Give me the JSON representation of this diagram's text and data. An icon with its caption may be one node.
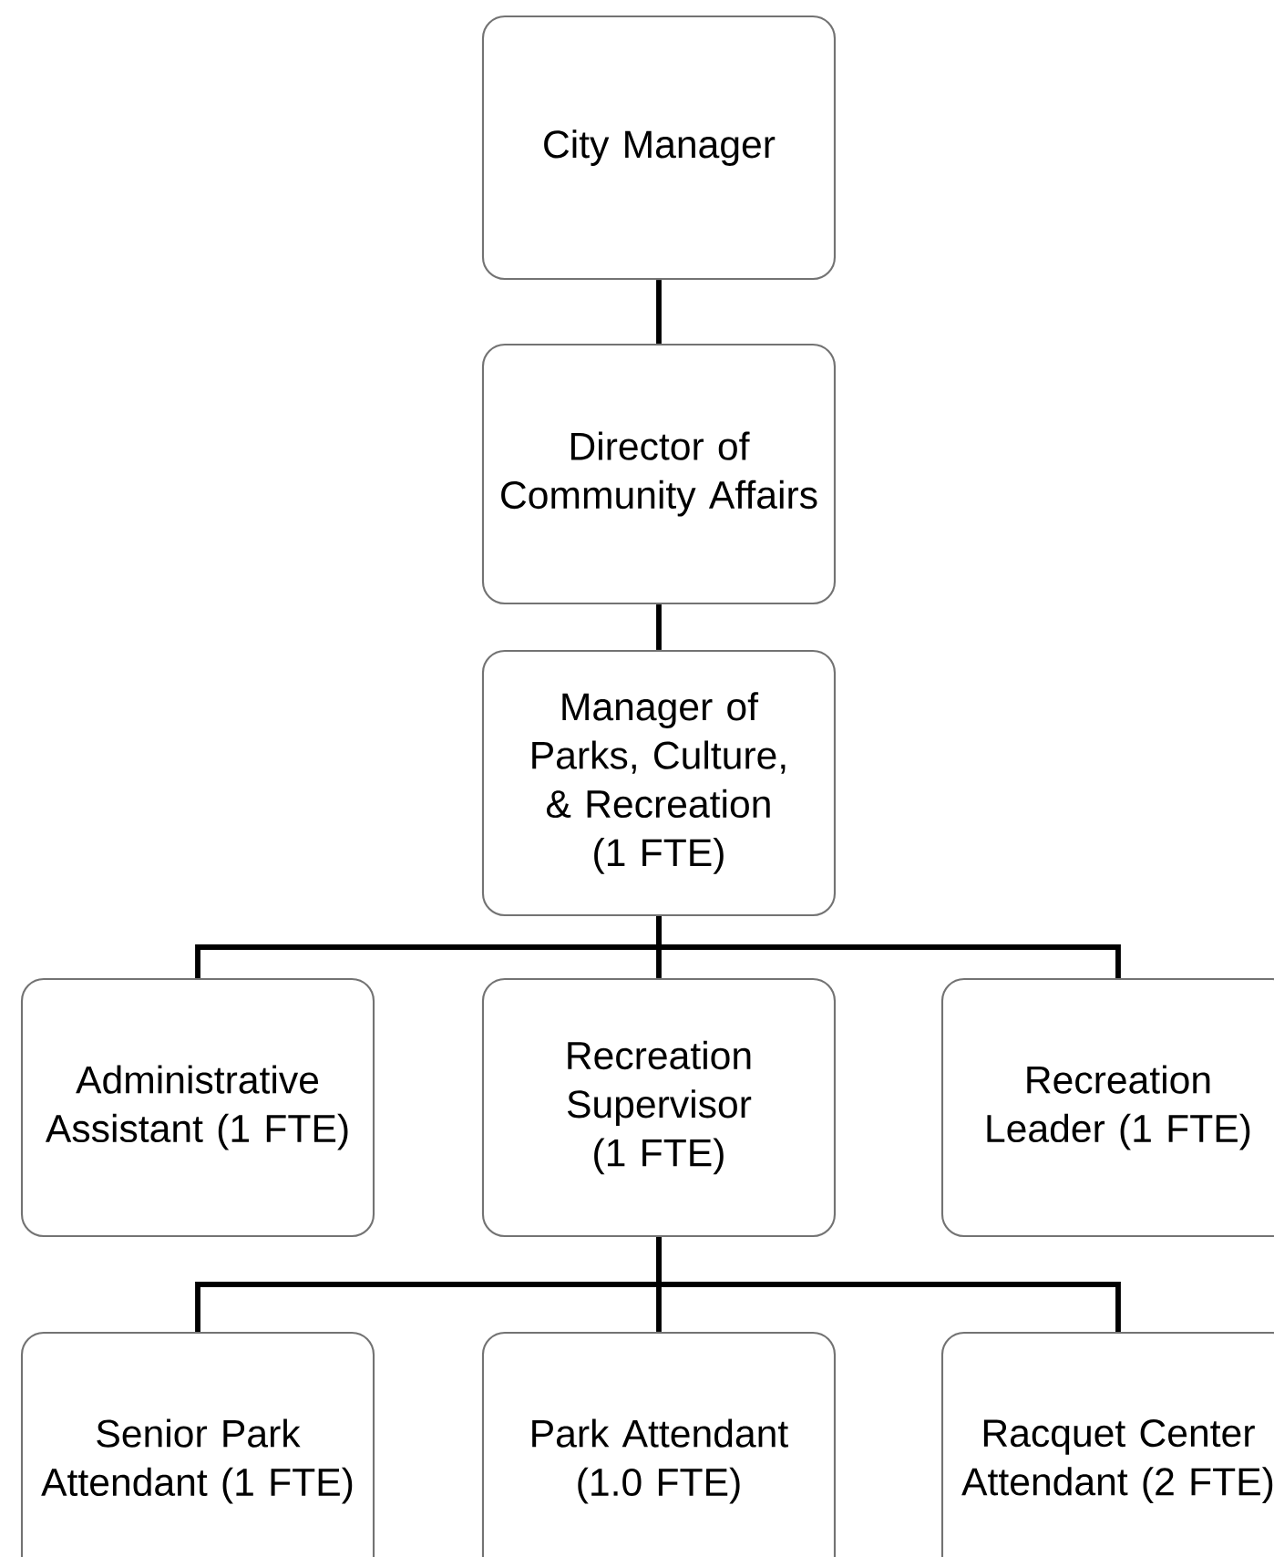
{
  "diagram": {
    "nodes": [
      {
        "text": [
          "City Manager"
        ]
      },
      {
        "text": [
          "Director of Community Affairs"
        ]
      },
      {
        "text": [
          "Manager of Parks, Culture, & Recreation (1 FTE)"
        ]
      },
      {
        "text": [
          "Administrative Assistant (1 FTE)"
        ]
      },
      {
        "text": [
          "Recreation Supervisor (1 FTE)"
        ]
      },
      {
        "text": [
          "Recreation Leader (1 FTE)"
        ]
      },
      {
        "text": [
          "Senior Park Attendant (1 FTE)"
        ]
      },
      {
        "text": [
          "Park Attendant (1.0 FTE)"
        ]
      },
      {
        "text": [
          "Racquet Center Attendant (2 FTE)"
        ]
      }
    ],
    "edges": [
      {
        "from": 0,
        "to": 1,
        "arrow": "none"
      },
      {
        "from": 1,
        "to": 2,
        "arrow": "none"
      },
      {
        "from": 2,
        "to": 3,
        "arrow": "none"
      },
      {
        "from": 2,
        "to": 4,
        "arrow": "none"
      },
      {
        "from": 2,
        "to": 5,
        "arrow": "none"
      },
      {
        "from": 4,
        "to": 6,
        "arrow": "none"
      },
      {
        "from": 4,
        "to": 7,
        "arrow": "none"
      },
      {
        "from": 4,
        "to": 8,
        "arrow": "none"
      }
    ]
  }
}
